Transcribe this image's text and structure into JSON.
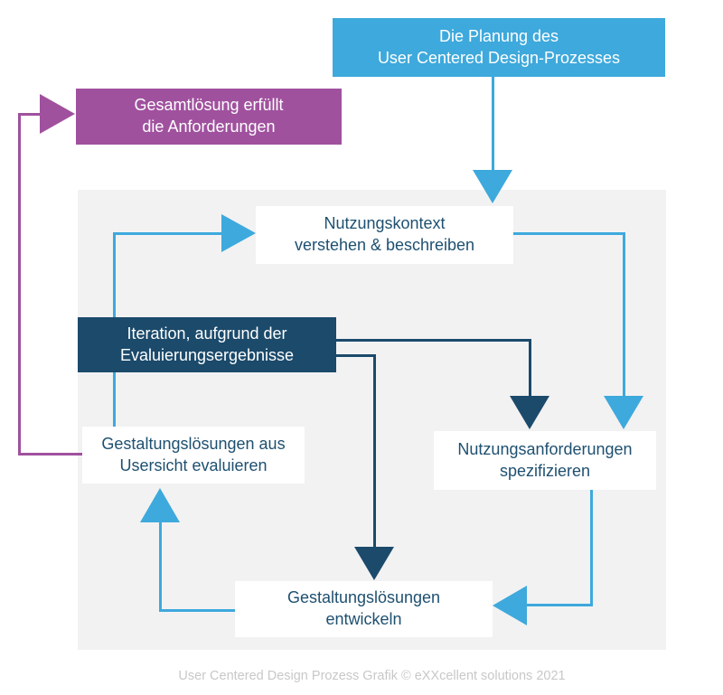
{
  "diagram": {
    "type": "flowchart",
    "subject": "User Centered Design Prozess"
  },
  "nodes": {
    "planning": {
      "label": "Die Planung des\nUser Centered Design-Prozesses",
      "fill": "#3EA9DC",
      "text_color": "#FFFFFF"
    },
    "solution": {
      "label": "Gesamtlösung erfüllt\ndie Anforderungen",
      "fill": "#A0519E",
      "text_color": "#FFFFFF"
    },
    "context": {
      "label": "Nutzungskontext\nverstehen & beschreiben",
      "fill": "#FFFFFF",
      "text_color": "#1E5070"
    },
    "iteration": {
      "label": "Iteration, aufgrund der\nEvaluierungsergebnisse",
      "fill": "#1B4A6B",
      "text_color": "#FFFFFF"
    },
    "evaluate": {
      "label": "Gestaltungslösungen aus\nUsersicht evaluieren",
      "fill": "#FFFFFF",
      "text_color": "#1E5070"
    },
    "requirements": {
      "label": "Nutzungsanforderungen\nspezifizieren",
      "fill": "#FFFFFF",
      "text_color": "#1E5070"
    },
    "develop": {
      "label": "Gestaltungslösungen\nentwickeln",
      "fill": "#FFFFFF",
      "text_color": "#1E5070"
    }
  },
  "edges": [
    {
      "from": "planning",
      "to": "context",
      "color": "#3EA9DC"
    },
    {
      "from": "context",
      "to": "requirements",
      "color": "#3EA9DC"
    },
    {
      "from": "requirements",
      "to": "develop",
      "color": "#3EA9DC"
    },
    {
      "from": "develop",
      "to": "evaluate",
      "color": "#3EA9DC"
    },
    {
      "from": "evaluate",
      "to": "context",
      "color": "#3EA9DC"
    },
    {
      "from": "evaluate",
      "to": "solution",
      "color": "#A0519E"
    },
    {
      "from": "iteration",
      "to": "requirements",
      "color": "#1B4A6B"
    },
    {
      "from": "iteration",
      "to": "develop",
      "color": "#1B4A6B"
    }
  ],
  "caption": "User Centered Design Prozess Grafik © eXXcellent solutions 2021",
  "colors": {
    "light_blue": "#3EA9DC",
    "navy": "#1B4A6B",
    "purple": "#A0519E",
    "panel_gray": "#F2F2F3",
    "text_navy": "#1E5070",
    "caption_gray": "#C8C8C8",
    "background": "#FFFFFF"
  }
}
